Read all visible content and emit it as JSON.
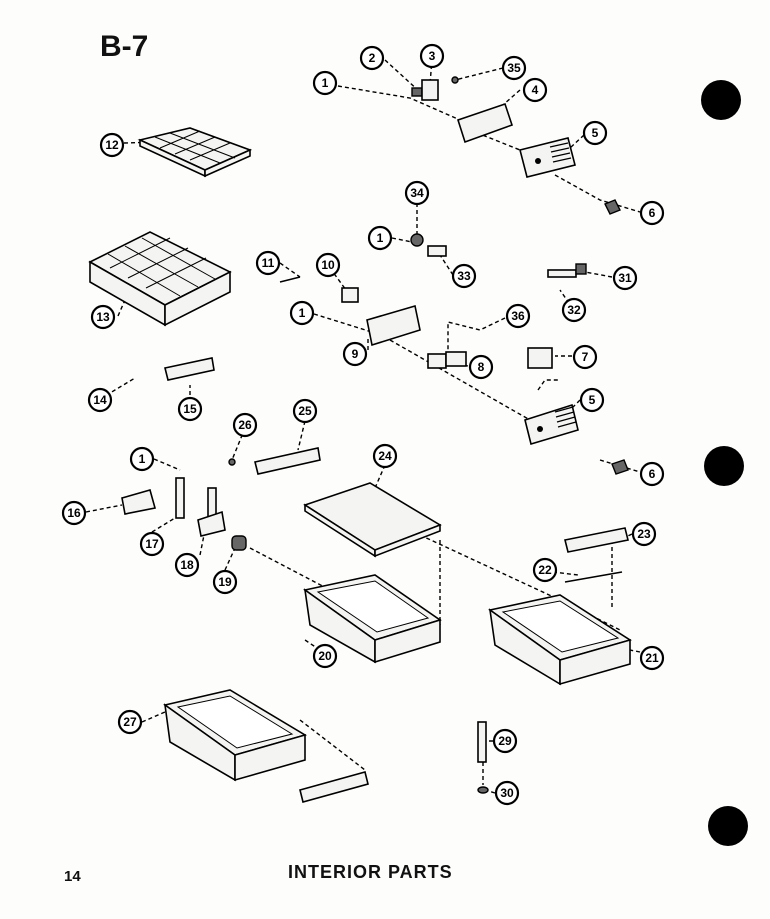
{
  "page": {
    "code": "B-7",
    "number": "14",
    "section_title": "INTERIOR  PARTS"
  },
  "callouts": [
    "1",
    "2",
    "3",
    "35",
    "4",
    "5",
    "6",
    "12",
    "34",
    "1",
    "33",
    "31",
    "11",
    "10",
    "13",
    "1",
    "36",
    "32",
    "9",
    "8",
    "7",
    "14",
    "15",
    "5",
    "26",
    "25",
    "24",
    "1",
    "6",
    "16",
    "17",
    "18",
    "19",
    "23",
    "22",
    "20",
    "21",
    "27",
    "29",
    "30"
  ]
}
